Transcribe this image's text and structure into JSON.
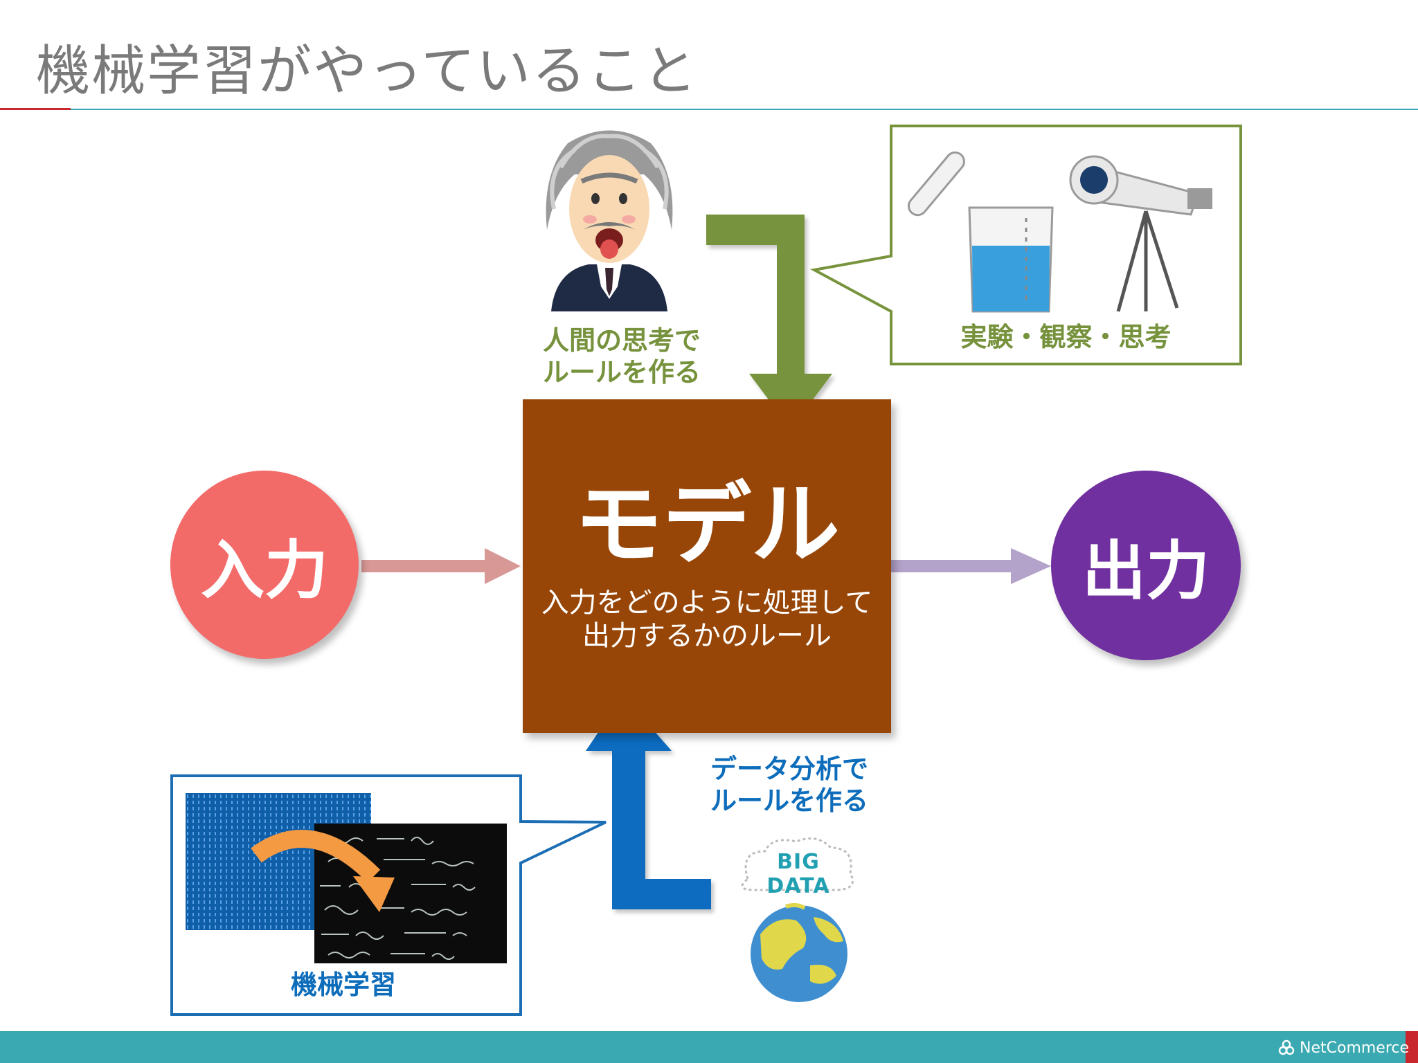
{
  "slide_title": "機械学習がやっていること",
  "input_label": "入力",
  "output_label": "出力",
  "model": {
    "title": "モデル",
    "description_line1": "入力をどのように処理して",
    "description_line2": "出力するかのルール"
  },
  "human": {
    "label_line1": "人間の思考で",
    "label_line2": "ルールを作る",
    "callout_label": "実験・観察・思考"
  },
  "data_analysis": {
    "label_line1": "データ分析で",
    "label_line2": "ルールを作る",
    "callout_label": "機械学習",
    "cloud_text": "BIG DATA"
  },
  "footer": {
    "logo_text": "NetCommerce"
  },
  "colors": {
    "input": "#f26b69",
    "output": "#7030a0",
    "model": "#974607",
    "human_arrow": "#76923c",
    "data_arrow": "#0e6dbb",
    "footer": "#3aa9b1",
    "accent_red": "#c8272e"
  }
}
